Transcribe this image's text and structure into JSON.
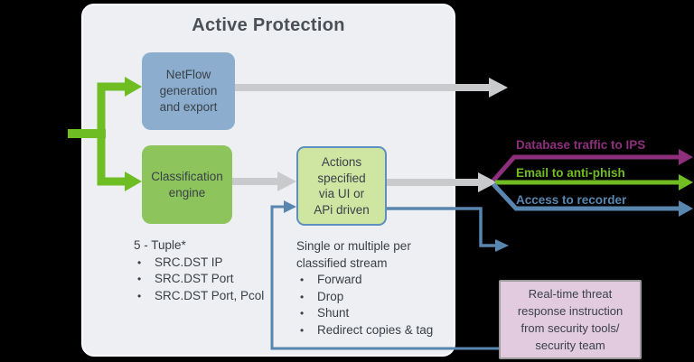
{
  "title": "Active Protection",
  "palette": {
    "background": "#000000",
    "panel": "#edeff3",
    "flow_green": "#6ebd22",
    "connector_gray": "#c9cacc",
    "netflow_blue": "#8cadce",
    "classification_green": "#8dc45c",
    "actions_fill": "#cfe5a2",
    "actions_border": "#5e8fbf",
    "feedback_blue": "#5886ae",
    "realtime_fill": "#e2cbdf",
    "realtime_border": "#9b9b9b",
    "ips_purple": "#8e2f7d",
    "antiphish_green": "#72bc23",
    "recorder_blue": "#5886ae",
    "text_dark": "#3b4045"
  },
  "boxes": {
    "netflow": {
      "lines": [
        "NetFlow",
        "generation",
        "and export"
      ]
    },
    "classification": {
      "lines": [
        "Classification",
        "engine"
      ]
    },
    "actions": {
      "lines": [
        "Actions",
        "specified",
        "via UI or",
        "APi driven"
      ]
    },
    "realtime": {
      "lines": [
        "Real-time threat",
        "response instruction",
        "from security tools/",
        "security team"
      ]
    }
  },
  "lists": {
    "tuple": {
      "heading": "5 - Tuple*",
      "bullet": "•",
      "items": [
        "SRC.DST IP",
        "SRC.DST Port",
        "SRC.DST Port, Pcol"
      ]
    },
    "stream": {
      "heading_lines": [
        "Single or multiple per",
        "classified stream"
      ],
      "bullet": "•",
      "items": [
        "Forward",
        "Drop",
        "Shunt",
        "Redirect copies & tag"
      ]
    }
  },
  "outputs": [
    {
      "label": "Database traffic to IPS",
      "color": "#8e2f7d"
    },
    {
      "label": "Email to anti-phish",
      "color": "#72bc23"
    },
    {
      "label": "Access to recorder",
      "color": "#5886ae"
    }
  ]
}
